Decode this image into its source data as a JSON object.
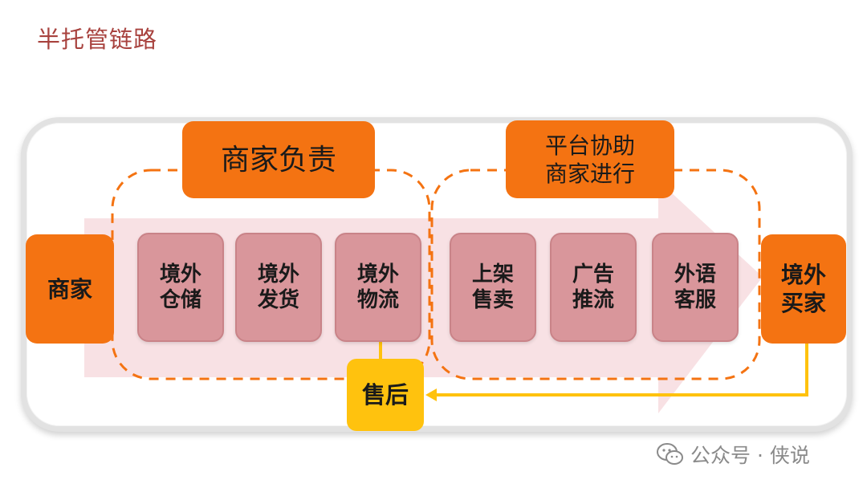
{
  "title": "半托管链路",
  "merchant": "商家",
  "buyer": [
    "境外",
    "买家"
  ],
  "after_sales": "售后",
  "groups": {
    "merchant_responsible": "商家负责",
    "platform_assist": [
      "平台协助",
      "商家进行"
    ]
  },
  "steps": [
    {
      "line1": "境外",
      "line2": "仓储"
    },
    {
      "line1": "境外",
      "line2": "发货"
    },
    {
      "line1": "境外",
      "line2": "物流"
    },
    {
      "line1": "上架",
      "line2": "售卖"
    },
    {
      "line1": "广告",
      "line2": "推流"
    },
    {
      "line1": "外语",
      "line2": "客服"
    }
  ],
  "watermark": "公众号 · 侠说",
  "colors": {
    "orange": "#f47312",
    "pink": "#d9969b",
    "yellow": "#ffc20e",
    "title": "#a8423e"
  }
}
